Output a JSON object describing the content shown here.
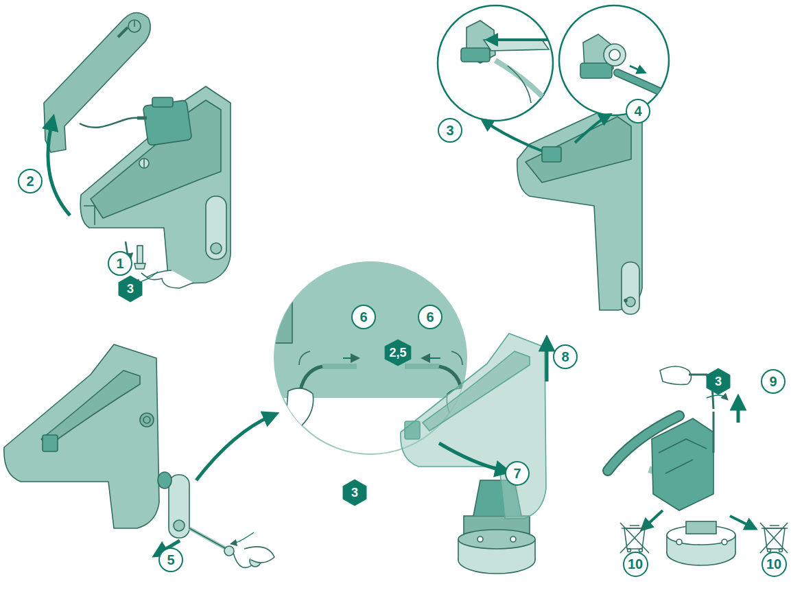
{
  "diagram": {
    "nodes": [
      {
        "text": [
          "2"
        ]
      },
      {
        "text": [
          "1"
        ]
      },
      {
        "text": [
          "3"
        ]
      },
      {
        "text": [
          "3"
        ]
      },
      {
        "text": [
          "4"
        ]
      },
      {
        "text": [
          "6"
        ]
      },
      {
        "text": [
          "6"
        ]
      },
      {
        "text": [
          "2,5"
        ]
      },
      {
        "text": [
          "3"
        ]
      },
      {
        "text": [
          "5"
        ]
      },
      {
        "text": [
          "8"
        ]
      },
      {
        "text": [
          "7"
        ]
      },
      {
        "text": [
          "3"
        ]
      },
      {
        "text": [
          "9"
        ]
      },
      {
        "text": [
          "10"
        ]
      },
      {
        "text": [
          "10"
        ]
      }
    ]
  }
}
